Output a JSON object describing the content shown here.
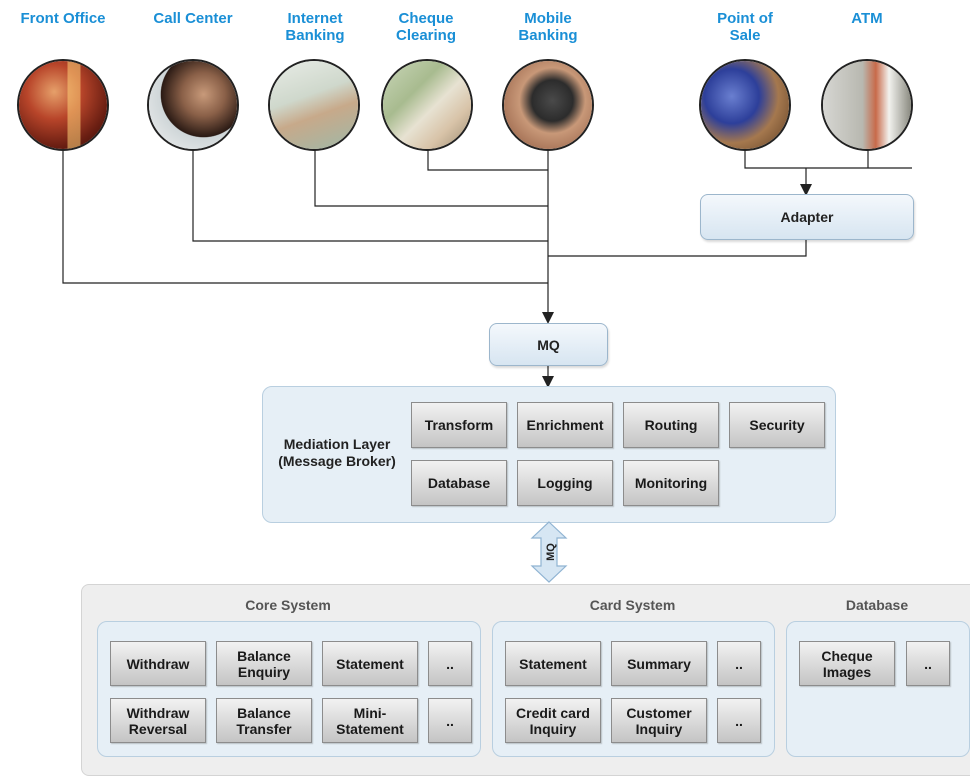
{
  "channels": [
    {
      "id": "front-office",
      "label": "Front Office"
    },
    {
      "id": "call-center",
      "label": "Call Center"
    },
    {
      "id": "internet-banking",
      "label": "Internet\nBanking"
    },
    {
      "id": "cheque-clearing",
      "label": "Cheque\nClearing"
    },
    {
      "id": "mobile-banking",
      "label": "Mobile\nBanking"
    },
    {
      "id": "point-of-sale",
      "label": "Point of\nSale"
    },
    {
      "id": "atm",
      "label": "ATM"
    }
  ],
  "adapter": {
    "label": "Adapter"
  },
  "mq_top": {
    "label": "MQ"
  },
  "mediation": {
    "title": "Mediation Layer\n(Message Broker)",
    "row1": [
      "Transform",
      "Enrichment",
      "Routing",
      "Security"
    ],
    "row2": [
      "Database",
      "Logging",
      "Monitoring"
    ]
  },
  "mq_arrow": {
    "label": "MQ"
  },
  "core_system": {
    "title": "Core System",
    "row1": [
      "Withdraw",
      "Balance\nEnquiry",
      "Statement",
      ".."
    ],
    "row2": [
      "Withdraw\nReversal",
      "Balance\nTransfer",
      "Mini-\nStatement",
      ".."
    ]
  },
  "card_system": {
    "title": "Card System",
    "row1": [
      "Statement",
      "Summary",
      ".."
    ],
    "row2": [
      "Credit card\nInquiry",
      "Customer\nInquiry",
      ".."
    ]
  },
  "database": {
    "title": "Database",
    "row1": [
      "Cheque\nImages",
      ".."
    ]
  },
  "colors": {
    "channel_label": "#1a8fd6",
    "panel_bg": "#e6eff6",
    "outer_bg": "#eeeeee"
  }
}
